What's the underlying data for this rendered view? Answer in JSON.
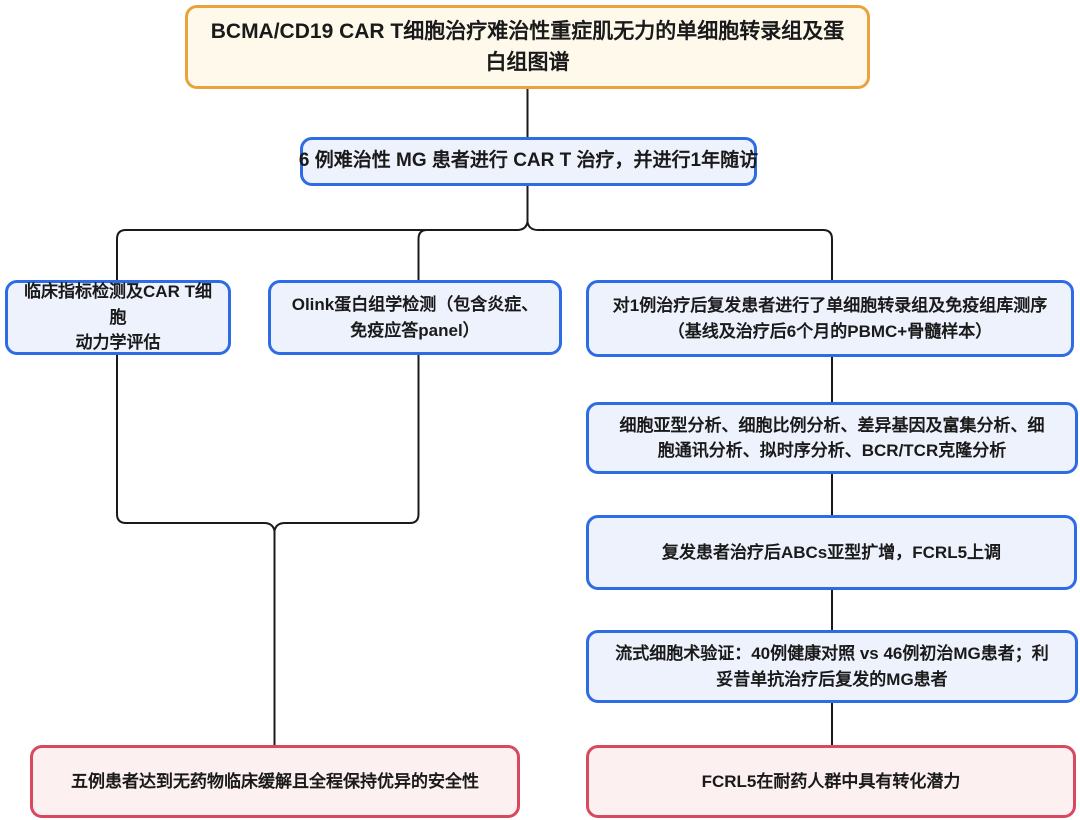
{
  "colors": {
    "yellow_border": "#E8A33C",
    "yellow_fill": "#FFF9EC",
    "blue_border": "#2D6CE5",
    "blue_fill": "#EDF2FD",
    "red_border": "#D8485E",
    "red_fill": "#FCF0F1",
    "edge": "#1A1A1A",
    "text": "#1A1A1A"
  },
  "nodes": {
    "title": {
      "text": "BCMA/CD19 CAR T细胞治疗难治性重症肌无力的单细胞转录组及蛋\n白组图谱"
    },
    "cohort": {
      "text": "6 例难治性 MG 患者进行 CAR T 治疗，并进行1年随访"
    },
    "clinical": {
      "text": "临床指标检测及CAR T细胞\n动力学评估"
    },
    "olink": {
      "text": "Olink蛋白组学检测（包含炎症、\n免疫应答panel）"
    },
    "scrna": {
      "text": "对1例治疗后复发患者进行了单细胞转录组及免疫组库测序\n（基线及治疗后6个月的PBMC+骨髓样本）"
    },
    "analysis": {
      "text": "细胞亚型分析、细胞比例分析、差异基因及富集分析、细\n胞通讯分析、拟时序分析、BCR/TCR克隆分析"
    },
    "abcs": {
      "text": "复发患者治疗后ABCs亚型扩增，FCRL5上调"
    },
    "flow": {
      "text": "流式细胞术验证：40例健康对照 vs 46例初治MG患者；利\n妥昔单抗治疗后复发的MG患者"
    },
    "result_left": {
      "text": "五例患者达到无药物临床缓解且全程保持优异的安全性"
    },
    "result_right": {
      "text": "FCRL5在耐药人群中具有转化潜力"
    }
  }
}
